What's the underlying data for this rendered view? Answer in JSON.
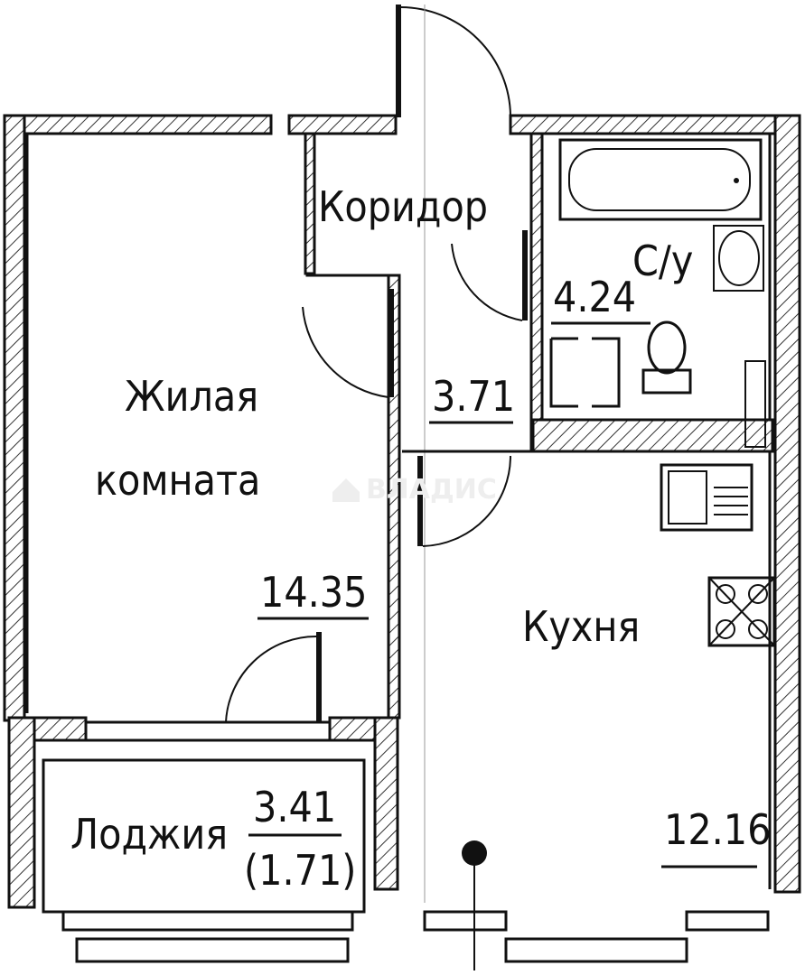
{
  "rooms": {
    "corridor": {
      "name": "Коридор",
      "area": "3.71"
    },
    "bathroom": {
      "name": "С/у",
      "area": "4.24"
    },
    "living": {
      "name_line1": "Жилая",
      "name_line2": "комната",
      "area": "14.35"
    },
    "kitchen": {
      "name": "Кухня",
      "area": "12.16"
    },
    "loggia": {
      "name": "Лоджия",
      "area": "3.41",
      "reduced_area": "(1.71)"
    }
  },
  "watermark": "ВЛАДИС"
}
